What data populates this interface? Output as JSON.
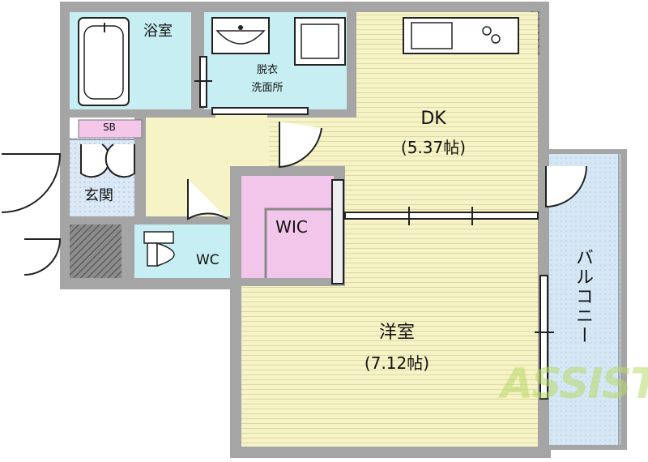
{
  "rooms": {
    "bath": "浴室",
    "dressing_line1": "脱衣",
    "dressing_line2": "洗面所",
    "dk_name": "DK",
    "dk_size": "(5.37帖)",
    "sb": "SB",
    "entrance": "玄関",
    "wic": "WIC",
    "wc": "WC",
    "western_name": "洋室",
    "western_size": "(7.12帖)",
    "balcony": "バルコニー"
  },
  "watermark": "ASSIST",
  "colors": {
    "wall": "#a5a5a5",
    "floor_wood": "#f6f3c6",
    "wet_area": "#c7eef2",
    "entrance_tile": "#dbe9f7",
    "sb_fill": "#f3c6ea",
    "wic_fill": "#f2c5ea",
    "balcony_fill": "#d5e7f4",
    "watermark": "#b9d96a"
  }
}
